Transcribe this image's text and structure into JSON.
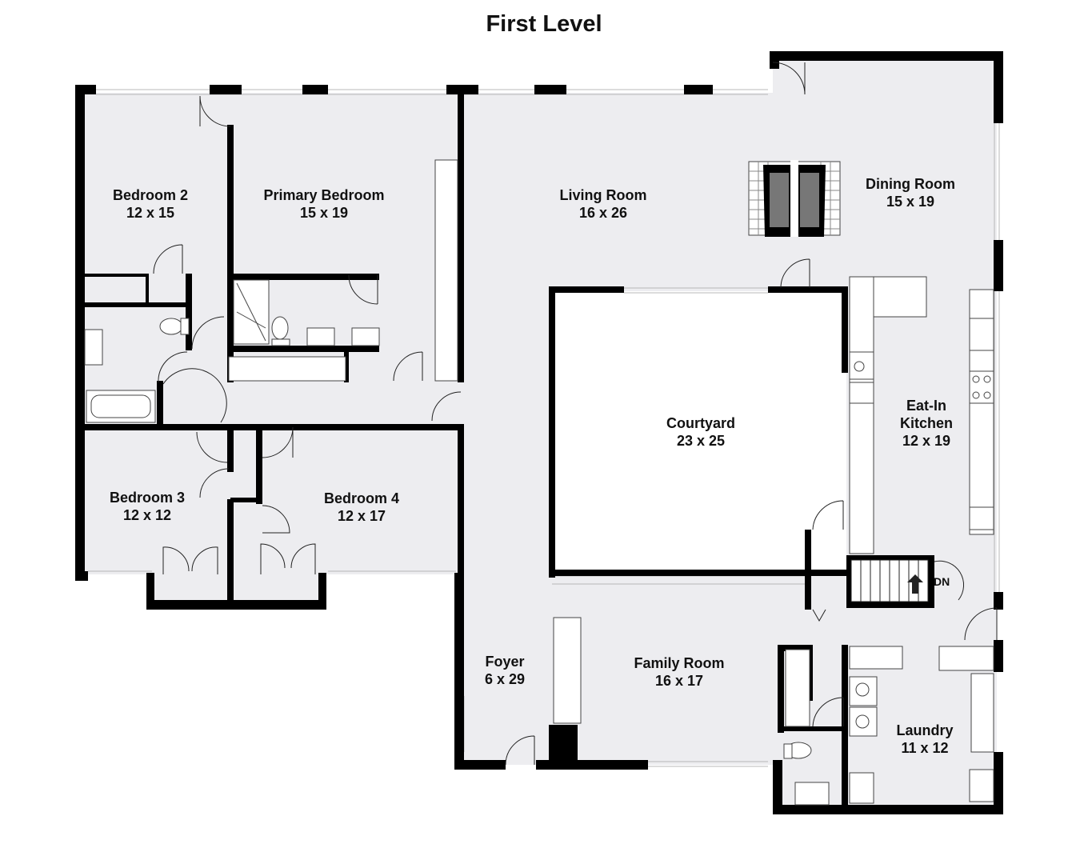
{
  "title": "First Level",
  "rooms": {
    "bedroom2": {
      "name": "Bedroom 2",
      "size": "12 x 15"
    },
    "primary_bedroom": {
      "name": "Primary Bedroom",
      "size": "15 x 19"
    },
    "living_room": {
      "name": "Living Room",
      "size": "16 x 26"
    },
    "dining_room": {
      "name": "Dining Room",
      "size": "15 x 19"
    },
    "courtyard": {
      "name": "Courtyard",
      "size": "23 x 25"
    },
    "eat_in_kitchen": {
      "name_line1": "Eat-In",
      "name_line2": "Kitchen",
      "size": "12 x 19"
    },
    "bedroom3": {
      "name": "Bedroom 3",
      "size": "12 x 12"
    },
    "bedroom4": {
      "name": "Bedroom 4",
      "size": "12 x 17"
    },
    "foyer": {
      "name": "Foyer",
      "size": "6 x 29"
    },
    "family_room": {
      "name": "Family Room",
      "size": "16 x 17"
    },
    "laundry": {
      "name": "Laundry",
      "size": "11 x 12"
    }
  },
  "stairs": {
    "label": "DN"
  }
}
